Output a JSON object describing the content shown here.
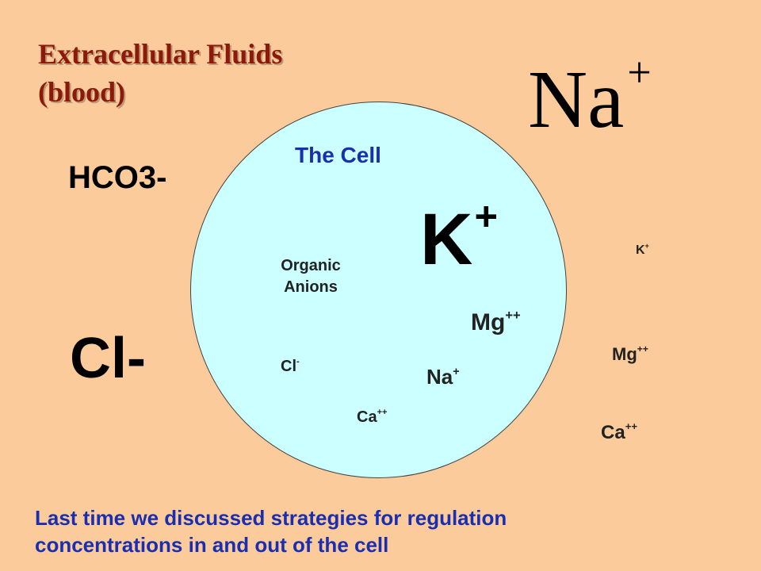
{
  "title": {
    "line1": "Extracellular Fluids",
    "line2": "(blood)"
  },
  "cell_label": "The Cell",
  "colors": {
    "background": "#FCCB9B",
    "cell_fill": "#CCFFFF",
    "title": "#8B1A0B",
    "blue_text": "#1A2EB0"
  },
  "extracellular": {
    "na": {
      "symbol": "Na",
      "charge": "+"
    },
    "hco3": "HCO3-",
    "cl": "Cl-",
    "k": {
      "symbol": "K",
      "charge": "+"
    },
    "mg": {
      "symbol": "Mg",
      "charge": "++"
    },
    "ca": {
      "symbol": "Ca",
      "charge": "++"
    }
  },
  "intracellular": {
    "k": {
      "symbol": "K",
      "charge": "+"
    },
    "organic_anions": {
      "line1": "Organic",
      "line2": "Anions"
    },
    "mg": {
      "symbol": "Mg",
      "charge": "++"
    },
    "cl": {
      "symbol": "Cl",
      "charge": "-"
    },
    "na": {
      "symbol": "Na",
      "charge": "+"
    },
    "ca": {
      "symbol": "Ca",
      "charge": "++"
    }
  },
  "footer": {
    "line1": "Last time we discussed strategies for regulation",
    "line2": "concentrations in and out of the cell"
  }
}
